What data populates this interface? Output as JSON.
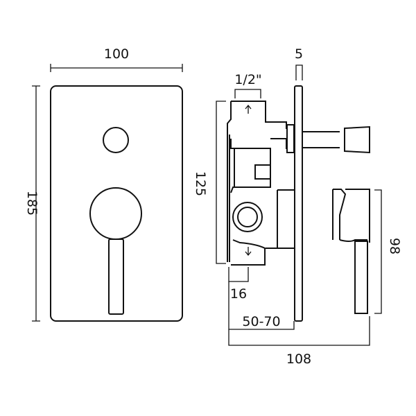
{
  "dimensions": {
    "plate_width": "100",
    "plate_height": "185",
    "plate_thickness": "5",
    "thread": "1/2\"",
    "body_height": "125",
    "inlet_offset": "16",
    "wall_depth": "50-70",
    "overall_depth": "108",
    "handle_height": "98"
  }
}
